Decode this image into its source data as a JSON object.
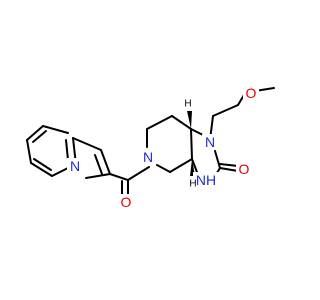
{
  "molecule": {
    "atoms": {
      "n_pyridine": "N",
      "n_amide": "N",
      "o_carbonyl": "O",
      "n1": "N",
      "n3h": "NH",
      "o_urea": "O",
      "o_ether": "O"
    },
    "stereo_h": "H"
  },
  "colors": {
    "nitrogen": "#1f2bd6",
    "oxygen": "#e00000",
    "bond": "#000000"
  }
}
